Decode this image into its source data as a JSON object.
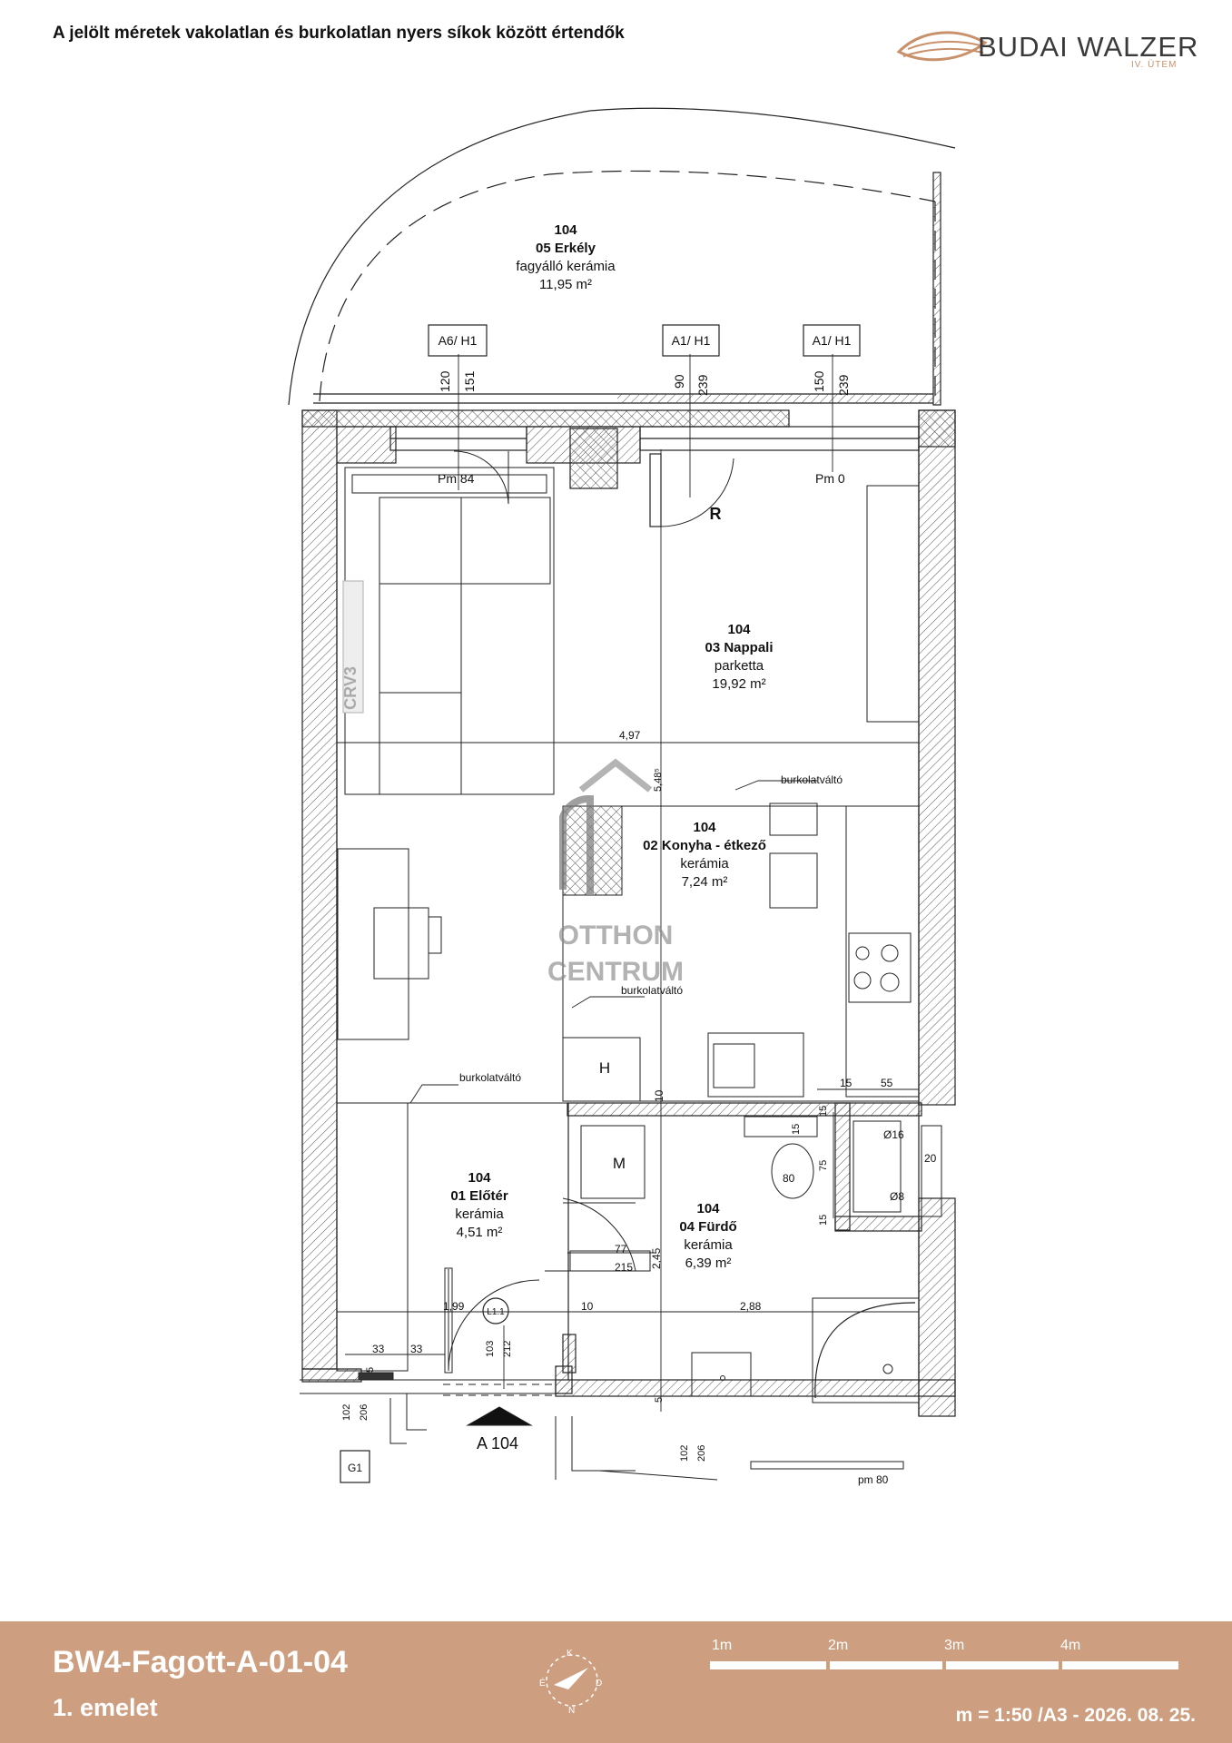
{
  "header": {
    "notice": "A jelölt méretek vakolatlan és burkolatlan nyers síkok között értendők",
    "brand": "BUDAI WALZER",
    "brand_sub": "IV. ÜTEM"
  },
  "rooms": {
    "erkely": {
      "num": "104",
      "name": "05 Erkély",
      "floor": "fagyálló kerámia",
      "area": "11,95 m²"
    },
    "nappali": {
      "num": "104",
      "name": "03 Nappali",
      "floor": "parketta",
      "area": "19,92 m²"
    },
    "konyha": {
      "num": "104",
      "name": "02 Konyha - étkező",
      "floor": "kerámia",
      "area": "7,24 m²"
    },
    "eloter": {
      "num": "104",
      "name": "01 Előtér",
      "floor": "kerámia",
      "area": "4,51 m²"
    },
    "furdo": {
      "num": "104",
      "name": "04 Fürdő",
      "floor": "kerámia",
      "area": "6,39 m²"
    }
  },
  "tags": {
    "a6h1": "A6/ H1",
    "a1h1_1": "A1/ H1",
    "a1h1_2": "A1/ H1",
    "l11": "L1.1",
    "g1": "G1",
    "h": "H",
    "m": "M",
    "r": "R",
    "crv": "CRV3",
    "entry": "A 104"
  },
  "labels": {
    "pm84": "Pm 84",
    "pm0": "Pm 0",
    "pm80": "pm 80",
    "burk1": "burkolatváltó",
    "burk2": "burkolatváltó",
    "burk3": "burkolatváltó"
  },
  "dims": {
    "d120": "120",
    "d151": "151",
    "d90": "90",
    "d239a": "239",
    "d150": "150",
    "d239b": "239",
    "d497": "4,97",
    "d548": "5,48⁵",
    "d15a": "15",
    "d55": "55",
    "d10a": "10",
    "d15b": "15",
    "d15c": "15",
    "d75": "75",
    "d15d": "15",
    "d80": "80",
    "d16": "Ø16",
    "d8": "Ø8",
    "d20": "20",
    "d77": "77",
    "d215": "215",
    "d245": "2,45",
    "d199": "1,99",
    "d10b": "10",
    "d288": "2,88",
    "d33a": "33",
    "d33b": "33",
    "d5a": "5",
    "d103": "103",
    "d212": "212",
    "d102a": "102",
    "d206a": "206",
    "d102b": "102",
    "d206b": "206",
    "d5b": "5"
  },
  "watermark": {
    "line1": "OTTHON",
    "line2": "CENTRUM"
  },
  "footer": {
    "title": "BW4-Fagott-A-01-04",
    "floor": "1. emelet",
    "scale": "m = 1:50 /A3 - 2026. 08. 25.",
    "sb1": "1m",
    "sb2": "2m",
    "sb3": "3m",
    "sb4": "4m",
    "compass": [
      "K",
      "D",
      "É",
      "N"
    ]
  },
  "colors": {
    "accent": "#cd9f80",
    "wall_hatch": "#555555",
    "line": "#222222"
  }
}
